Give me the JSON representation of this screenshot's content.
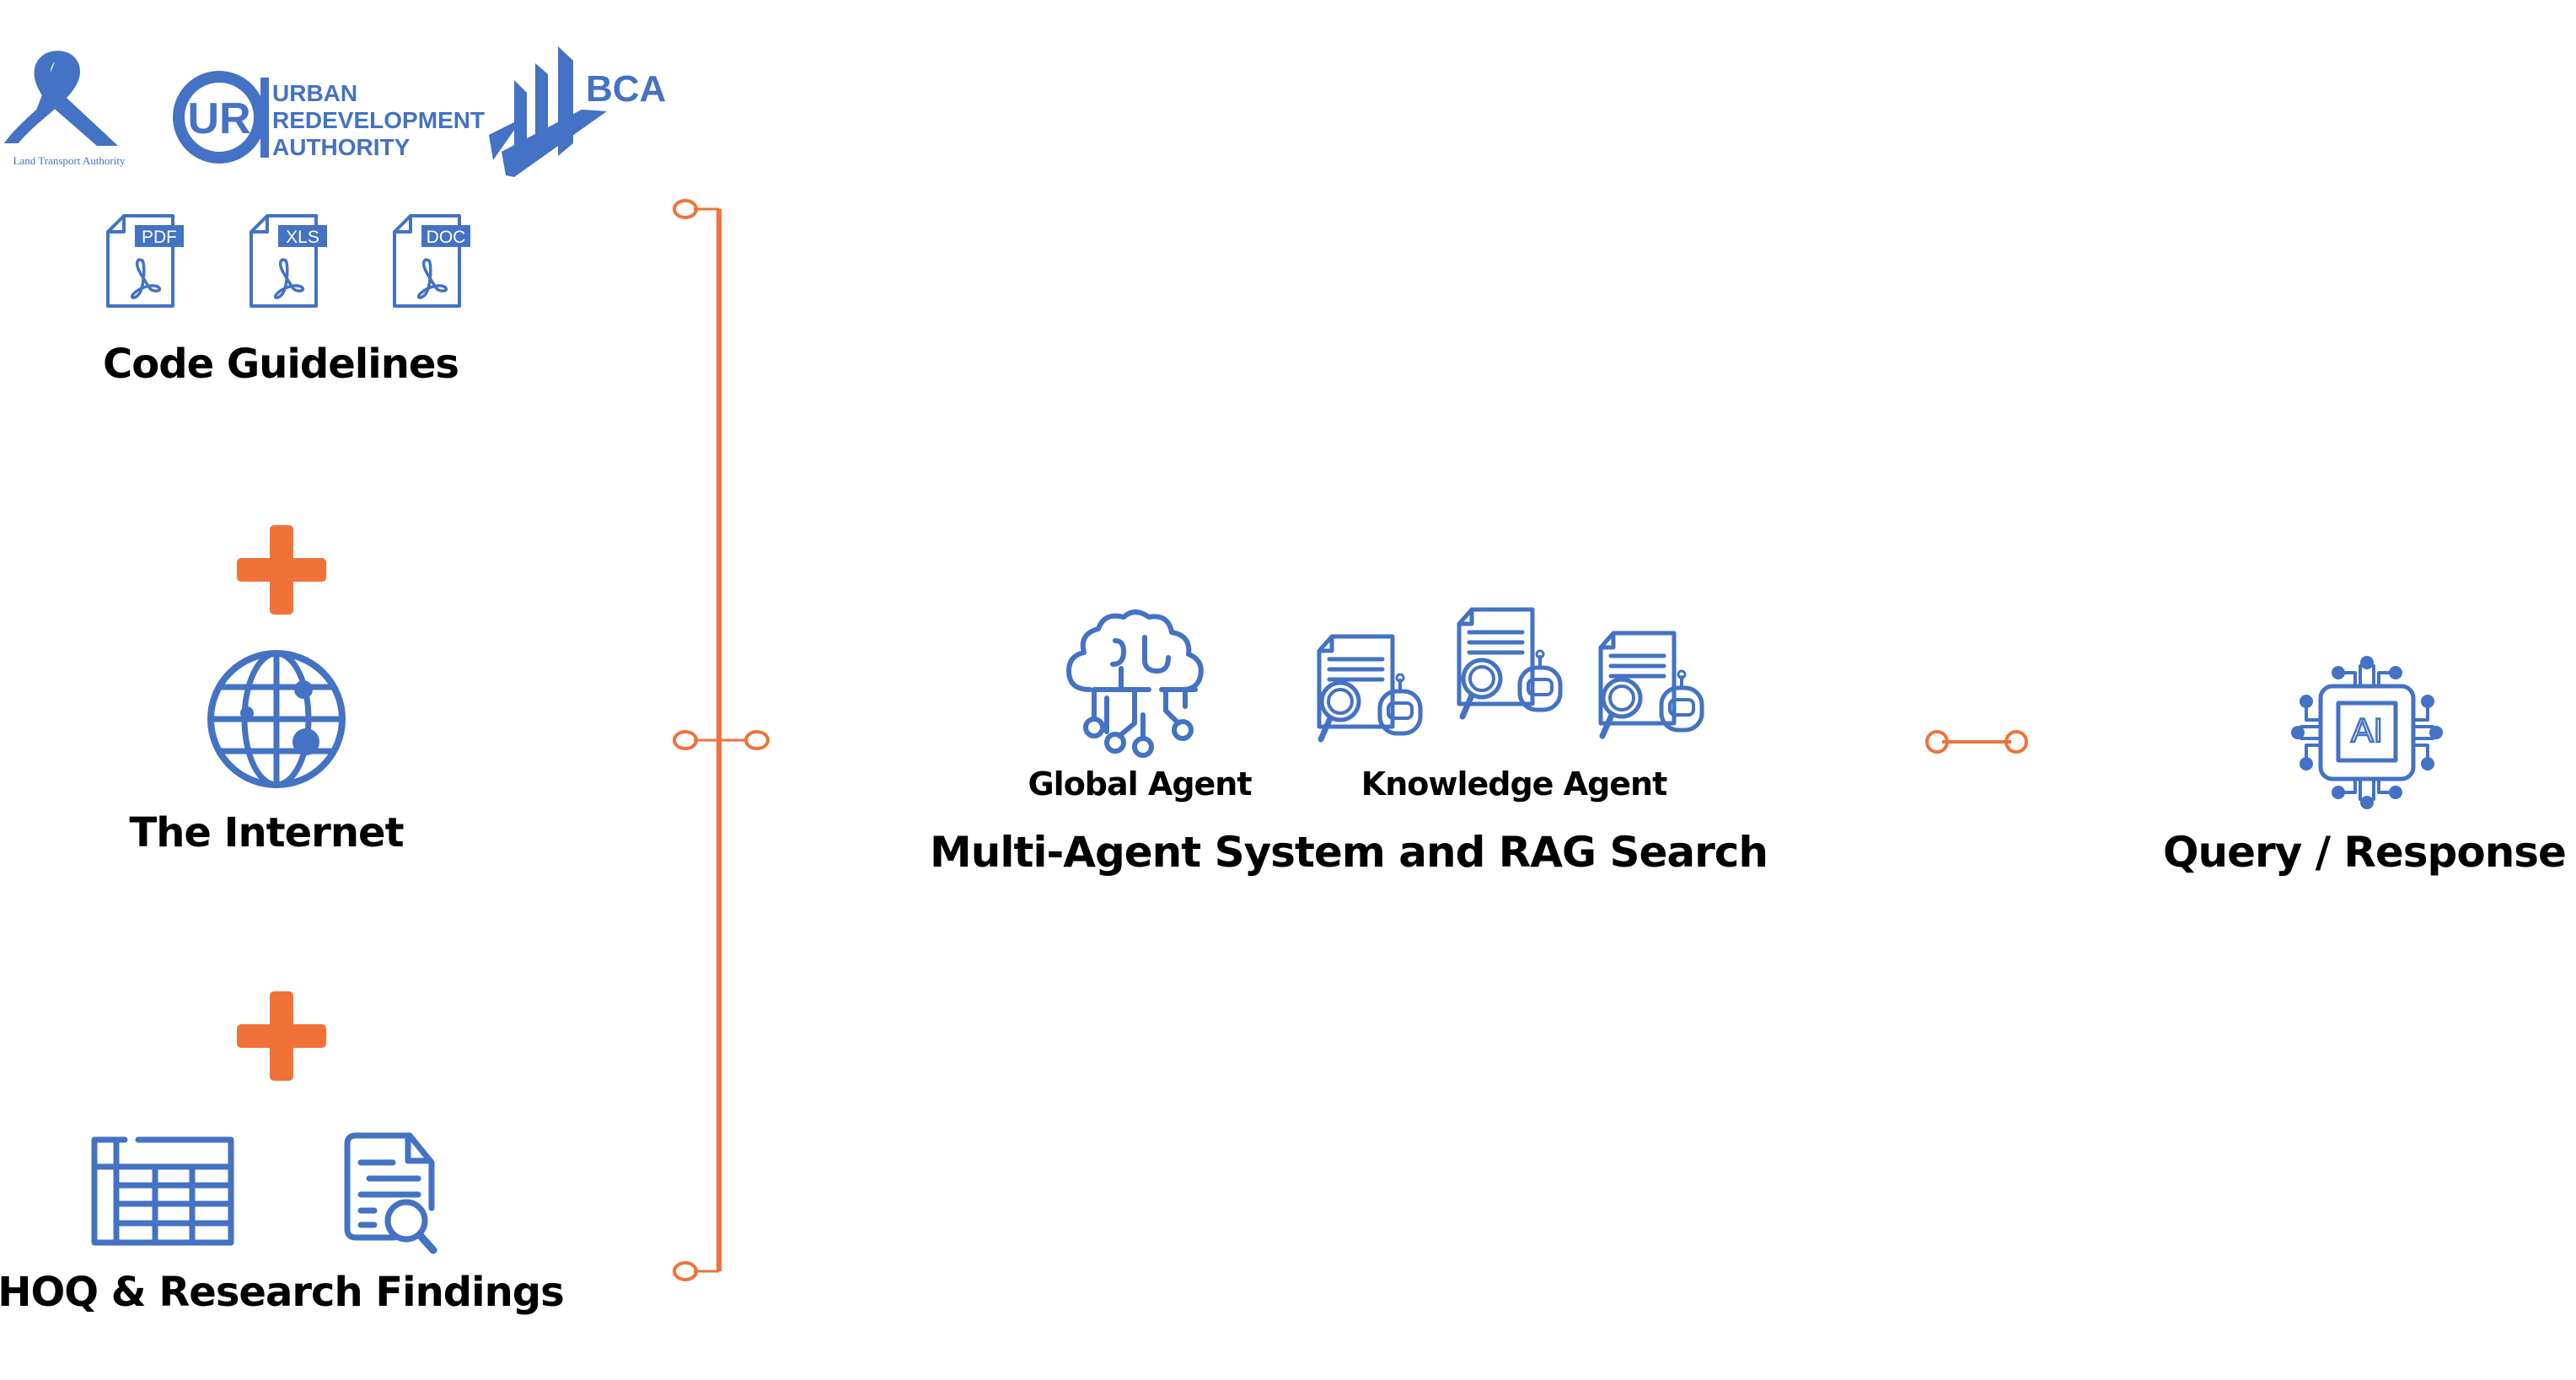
{
  "sources": {
    "code_guidelines": {
      "title": "Code Guidelines",
      "logos": [
        {
          "name": "lta-logo",
          "caption": "Land Transport Authority"
        },
        {
          "name": "ura-logo",
          "monogram": "UR",
          "lines": [
            "URBAN",
            "REDEVELOPMENT",
            "AUTHORITY"
          ]
        },
        {
          "name": "bca-logo",
          "text": "BCA"
        }
      ],
      "file_types": [
        "PDF",
        "XLS",
        "DOC"
      ]
    },
    "internet": {
      "title": "The Internet"
    },
    "hoq": {
      "title": "HOQ & Research Findings"
    }
  },
  "connectors": {
    "plus_symbol": "+"
  },
  "system": {
    "title": "Multi-Agent System and RAG Search",
    "global_agent": "Global Agent",
    "knowledge_agent": "Knowledge Agent"
  },
  "output": {
    "title": "Query / Response",
    "chip_label": "AI"
  },
  "colors": {
    "icon_blue": "#4472c4",
    "accent_orange": "#f07238",
    "text": "#000000"
  }
}
